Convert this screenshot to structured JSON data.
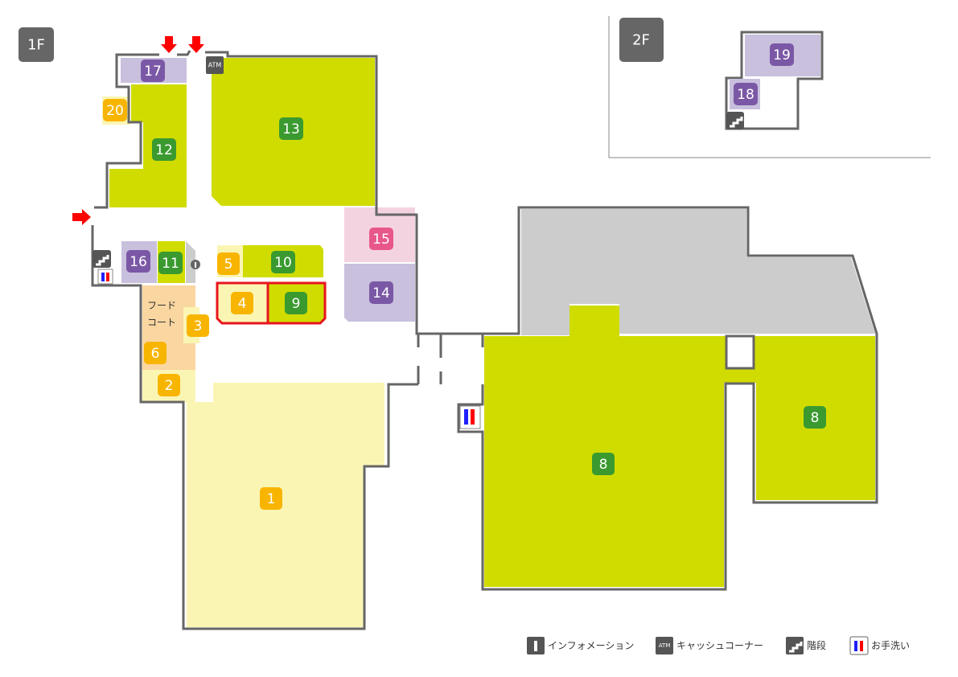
{
  "floors": {
    "first": "1F",
    "second": "2F"
  },
  "colors": {
    "wall": "#666666",
    "lime": "#d0dc00",
    "pale_yellow": "#fbf5b4",
    "lavender": "#c8c0dd",
    "pink": "#f4d3e0",
    "gray_area": "#cccccc",
    "food_court": "#fad6a0",
    "highlight": "#e8141e",
    "arrow": "#ff0000"
  },
  "categories": {
    "orange": "#f8b500",
    "green": "#3a9a2f",
    "purple": "#7b58a6",
    "pink": "#e8578a"
  },
  "stores": [
    {
      "number": "1",
      "category": "orange"
    },
    {
      "number": "2",
      "category": "orange"
    },
    {
      "number": "3",
      "category": "orange"
    },
    {
      "number": "4",
      "category": "orange"
    },
    {
      "number": "5",
      "category": "orange"
    },
    {
      "number": "6",
      "category": "orange"
    },
    {
      "number": "8",
      "category": "green"
    },
    {
      "number": "8",
      "category": "green"
    },
    {
      "number": "9",
      "category": "green"
    },
    {
      "number": "10",
      "category": "green"
    },
    {
      "number": "11",
      "category": "green"
    },
    {
      "number": "12",
      "category": "green"
    },
    {
      "number": "13",
      "category": "green"
    },
    {
      "number": "14",
      "category": "purple"
    },
    {
      "number": "15",
      "category": "pink"
    },
    {
      "number": "16",
      "category": "purple"
    },
    {
      "number": "17",
      "category": "purple"
    },
    {
      "number": "18",
      "category": "purple"
    },
    {
      "number": "19",
      "category": "purple"
    },
    {
      "number": "20",
      "category": "orange"
    }
  ],
  "food_court": {
    "line1": "フード",
    "line2": "コート"
  },
  "icons": {
    "atm_label": "ATM",
    "info": "info-icon",
    "stairs": "stairs-icon",
    "restroom": "restroom-icon",
    "entrance": "entrance-arrow-icon"
  },
  "legend": [
    {
      "icon": "info-icon",
      "label": "インフォメーション"
    },
    {
      "icon": "atm-icon",
      "label": "キャッシュコーナー"
    },
    {
      "icon": "stairs-icon",
      "label": "階段"
    },
    {
      "icon": "restroom-icon",
      "label": "お手洗い"
    }
  ]
}
